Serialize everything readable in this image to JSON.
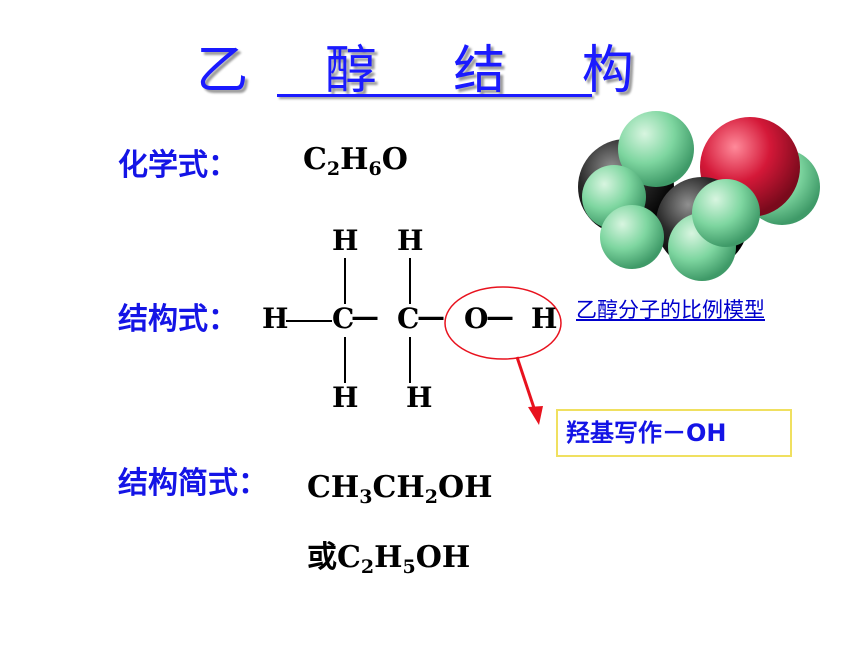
{
  "title": "乙 醇 结 构",
  "molecular_formula": {
    "label": "化学式：",
    "c": "C",
    "c_n": "2",
    "h": "H",
    "h_n": "6",
    "o": "O"
  },
  "structural_formula": {
    "label": "结构式：",
    "atoms": {
      "h_left": "H",
      "c1": "C",
      "c2": "C",
      "o": "O",
      "h_right": "H",
      "h_top1": "H",
      "h_top2": "H",
      "h_bot1": "H",
      "h_bot2": "H"
    },
    "bond_dash1": "—",
    "bond_dash2": "—",
    "bond_dash3": "—"
  },
  "condensed_formula": {
    "label": "结构简式：",
    "line1": {
      "a": "CH",
      "a_n": "3",
      "b": "CH",
      "b_n": "2",
      "c": "OH"
    },
    "line2": {
      "prefix": "或",
      "a": "C",
      "a_n": "2",
      "b": "H",
      "b_n": "5",
      "c": "OH"
    }
  },
  "model_caption": "乙醇分子的比例模型",
  "hydroxyl_note": "羟基写作－OH",
  "colors": {
    "title": "#1a1aff",
    "label": "#1414e6",
    "link": "#0000cc",
    "oxygen": "#cc1030",
    "hydrogen": "#7ed6a0",
    "carbon": "#202020",
    "arrow": "#e8121e",
    "note_border": "#f0e060"
  }
}
